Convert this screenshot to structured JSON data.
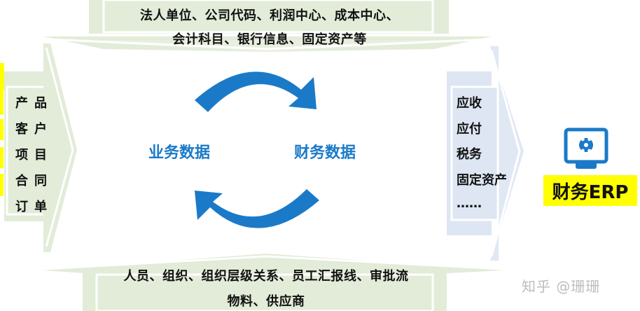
{
  "colors": {
    "green_panel": "#e2ecd8",
    "green_panel_edge": "#ffffff",
    "blue_panel": "#dde6f2",
    "arrow_blue": "#1a7ac8",
    "yellow": "#ffff00",
    "text": "#111111",
    "watermark": "#bdbdbd"
  },
  "top_panel": {
    "line1": "法人单位、公司代码、利润中心、成本中心、",
    "line2": "会计科目、银行信息、固定资产等"
  },
  "left_panel": {
    "items": [
      "产品",
      "客户",
      "项目",
      "合同",
      "订单"
    ]
  },
  "center": {
    "left_label": "业务数据",
    "right_label": "财务数据",
    "cycle_icon": "cycle-arrows-icon"
  },
  "right_panel": {
    "items": [
      "应收",
      "应付",
      "税务",
      "固定资产",
      "……"
    ]
  },
  "erp": {
    "icon": "monitor-gear-icon",
    "label": "财务ERP"
  },
  "bottom_panel": {
    "line1": "人员、组织、组织层级关系、员工汇报线、审批流",
    "line2": "物料、供应商"
  },
  "watermark": {
    "text": "知乎 @珊珊"
  }
}
